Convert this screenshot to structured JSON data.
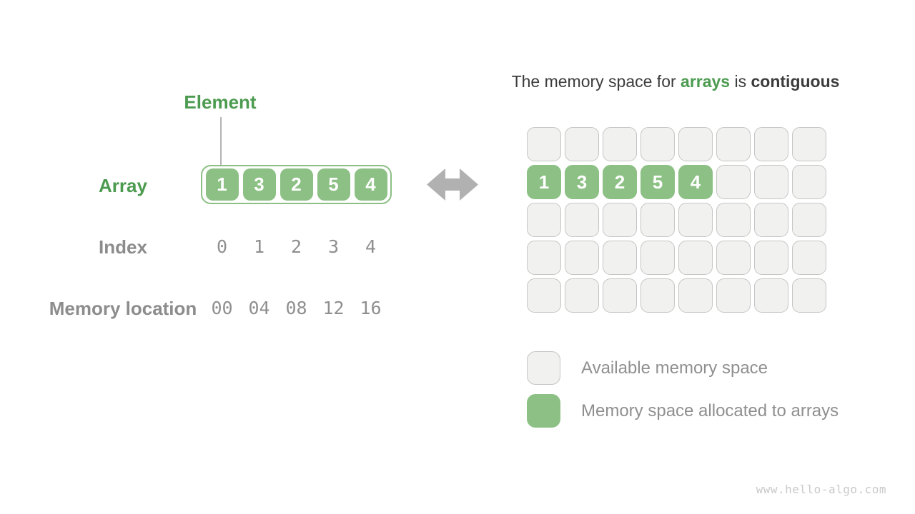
{
  "colors": {
    "green_fill": "#8CC084",
    "green_text": "#4C9B50",
    "gray_text": "#8C8C8C",
    "gray_num": "#8F8F8F",
    "dark_text": "#3C3C3C",
    "cell_fill": "#F1F1F0",
    "cell_border": "#C5C5C4",
    "arrow": "#B1B1B1",
    "line_gray": "#B5B5B5",
    "watermark": "#C9C9C9",
    "background": "#FFFFFF"
  },
  "left_panel": {
    "element_label": "Element",
    "array_label": "Array",
    "array_values": [
      "1",
      "3",
      "2",
      "5",
      "4"
    ],
    "index_label": "Index",
    "index_values": [
      "0",
      "1",
      "2",
      "3",
      "4"
    ],
    "memory_label": "Memory location",
    "memory_values": [
      "00",
      "04",
      "08",
      "12",
      "16"
    ]
  },
  "right_panel": {
    "title": {
      "prefix": "The memory space for ",
      "highlight": "arrays",
      "middle": " is ",
      "emphasis": "contiguous"
    },
    "memory_grid": {
      "columns": 8,
      "rows": 5,
      "allocated_row": 1,
      "allocated_values": [
        "1",
        "3",
        "2",
        "5",
        "4"
      ]
    },
    "legend": [
      {
        "swatch": "available",
        "label": "Available memory space"
      },
      {
        "swatch": "allocated",
        "label": "Memory space allocated to arrays"
      }
    ]
  },
  "watermark": "www.hello-algo.com"
}
